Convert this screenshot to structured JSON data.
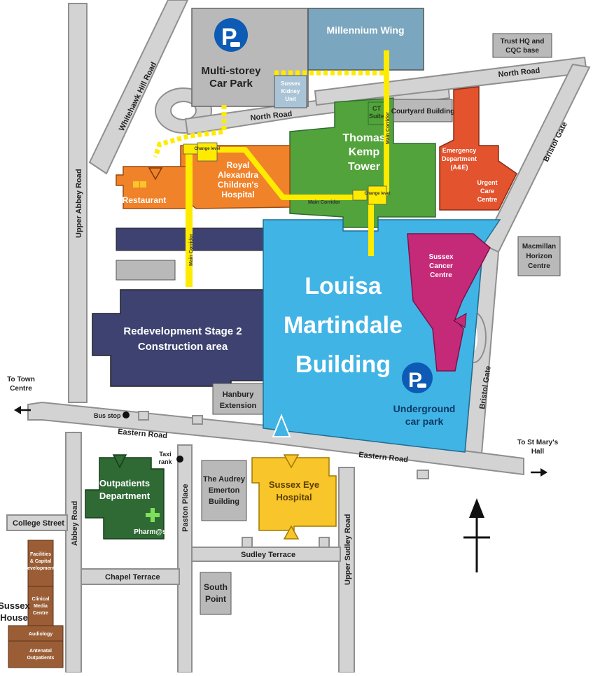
{
  "colors": {
    "road": "#d3d3d3",
    "road_edge": "#8f8f8f",
    "grey_building": "#b9b9b9",
    "carpark_blue": "#0d5bb4",
    "millennium": "#7aa6bf",
    "kidney": "#a9c4d6",
    "thomas_kemp": "#52a33b",
    "royal_alexandra": "#f0822a",
    "emergency": "#e2532e",
    "louisa": "#41b4e6",
    "cancer": "#c52a78",
    "redevelopment": "#3d4270",
    "outpatients": "#2f6a35",
    "eye": "#f8c52a",
    "sussex_house": "#9a5d35",
    "corridor": "#ffeb00"
  },
  "roads": {
    "whitehawk_hill": "Whitehawk Hill Road",
    "upper_abbey": "Upper Abbey Road",
    "north_road_1": "North Road",
    "north_road_2": "North Road",
    "bristol_gate_1": "Bristol Gate",
    "bristol_gate_2": "Bristol Gate",
    "eastern_road_1": "Eastern Road",
    "eastern_road_2": "Eastern Road",
    "abbey": "Abbey Road",
    "paston": "Paston Place",
    "upper_sudley": "Upper Sudley Road",
    "college": "College Street",
    "chapel": "Chapel Terrace",
    "sudley_terrace": "Sudley Terrace"
  },
  "buildings": {
    "car_park": [
      "Multi-storey",
      "Car Park"
    ],
    "millennium": "Millennium Wing",
    "kidney": [
      "Sussex",
      "Kidney",
      "Unit"
    ],
    "trust_hq": [
      "Trust HQ and",
      "CQC base"
    ],
    "ct_suite": [
      "CT",
      "Suite"
    ],
    "courtyard": "Courtyard Building",
    "thomas_kemp": [
      "Thomas",
      "Kemp",
      "Tower"
    ],
    "royal_alexandra": [
      "Royal",
      "Alexandra",
      "Children's",
      "Hospital"
    ],
    "emergency": [
      "Emergency",
      "Department",
      "(A&E)"
    ],
    "urgent_care": [
      "Urgent",
      "Care",
      "Centre"
    ],
    "restaurant": "Restaurant",
    "louisa": [
      "Louisa",
      "Martindale",
      "Building"
    ],
    "cancer": [
      "Sussex",
      "Cancer",
      "Centre"
    ],
    "macmillan": [
      "Macmillan",
      "Horizon",
      "Centre"
    ],
    "redevelopment": [
      "Redevelopment Stage 2",
      "Construction area"
    ],
    "hanbury": [
      "Hanbury",
      "Extension"
    ],
    "underground": [
      "Underground",
      "car park"
    ],
    "outpatients": [
      "Outpatients",
      "Department"
    ],
    "pharmacy": "Pharm@sea",
    "audrey": [
      "The Audrey",
      "Emerton",
      "Building"
    ],
    "eye": [
      "Sussex Eye",
      "Hospital"
    ],
    "south_point": [
      "South",
      "Point"
    ],
    "sussex_house": [
      "Sussex",
      "House"
    ],
    "sussex_house_units": [
      [
        "Facilities",
        "& Capital",
        "Developments"
      ],
      [
        "Clinical",
        "Media",
        "Centre"
      ],
      [
        "Audiology"
      ],
      [
        "Antenatal",
        "Outpatients"
      ]
    ]
  },
  "labels": {
    "change_level_1": "Change level",
    "change_level_2": "Change level",
    "main_corridor_1": "Main Corridor",
    "main_corridor_2": "Main Corridor",
    "main_corridor_3": "Main Corridor",
    "bus_stop": "Bus stop",
    "taxi_rank": [
      "Taxi",
      "rank"
    ],
    "to_town": [
      "To Town",
      "Centre"
    ],
    "to_st_marys": [
      "To St Mary's",
      "Hall"
    ],
    "parking_symbol": "P"
  }
}
